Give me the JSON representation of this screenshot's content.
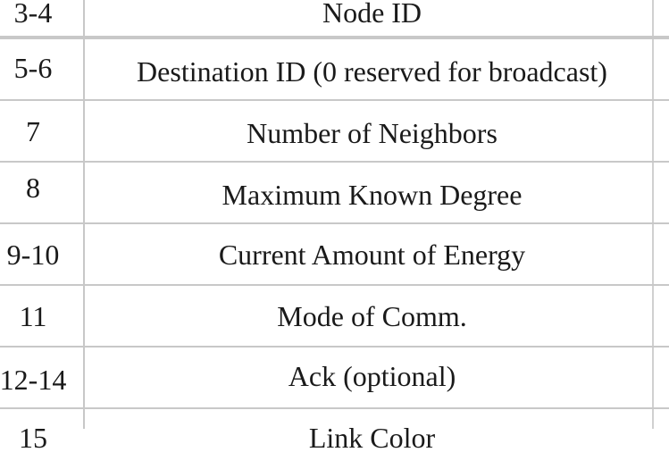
{
  "rows": [
    {
      "bytes": "3-4",
      "field": "Node ID"
    },
    {
      "bytes": "5-6",
      "field": "Destination ID (0 reserved for broadcast)"
    },
    {
      "bytes": "7",
      "field": "Number of Neighbors"
    },
    {
      "bytes": "8",
      "field": "Maximum Known Degree"
    },
    {
      "bytes": "9-10",
      "field": "Current Amount of Energy"
    },
    {
      "bytes": "11",
      "field": "Mode of Comm."
    },
    {
      "bytes": "12-14",
      "field": "Ack (optional)"
    },
    {
      "bytes": "15",
      "field": "Link Color"
    }
  ]
}
